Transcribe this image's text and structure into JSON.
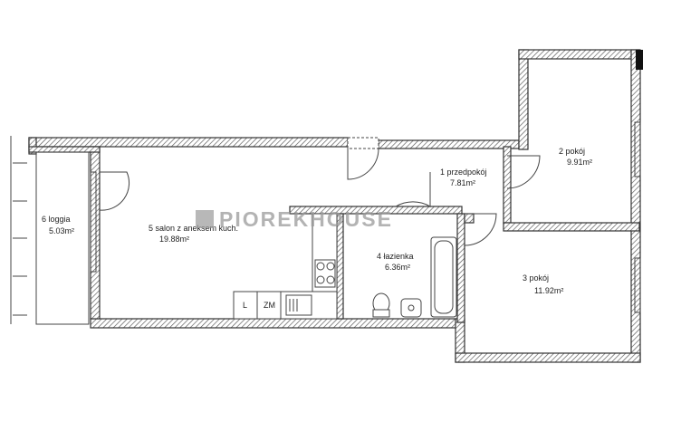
{
  "watermark": {
    "brand": "PIOREKHOUSE"
  },
  "rooms": [
    {
      "id": "przedpokoj",
      "name": "1 przedpokój",
      "area": "7.81m²"
    },
    {
      "id": "pokoj2",
      "name": "2 pokój",
      "area": "9.91m²"
    },
    {
      "id": "pokoj3",
      "name": "3 pokój",
      "area": "11.92m²"
    },
    {
      "id": "lazienka",
      "name": "4 łazienka",
      "area": "6.36m²"
    },
    {
      "id": "salon",
      "name": "5 salon z aneksem kuch.",
      "area": "19.88m²"
    },
    {
      "id": "loggia",
      "name": "6 loggia",
      "area": "5.03m²"
    }
  ],
  "kitchen": {
    "cabinet_l": "L",
    "cabinet_zm": "ZM"
  },
  "colors": {
    "wall_hatch": "#555555",
    "line": "#333333",
    "watermark": "#9a9a9a"
  }
}
